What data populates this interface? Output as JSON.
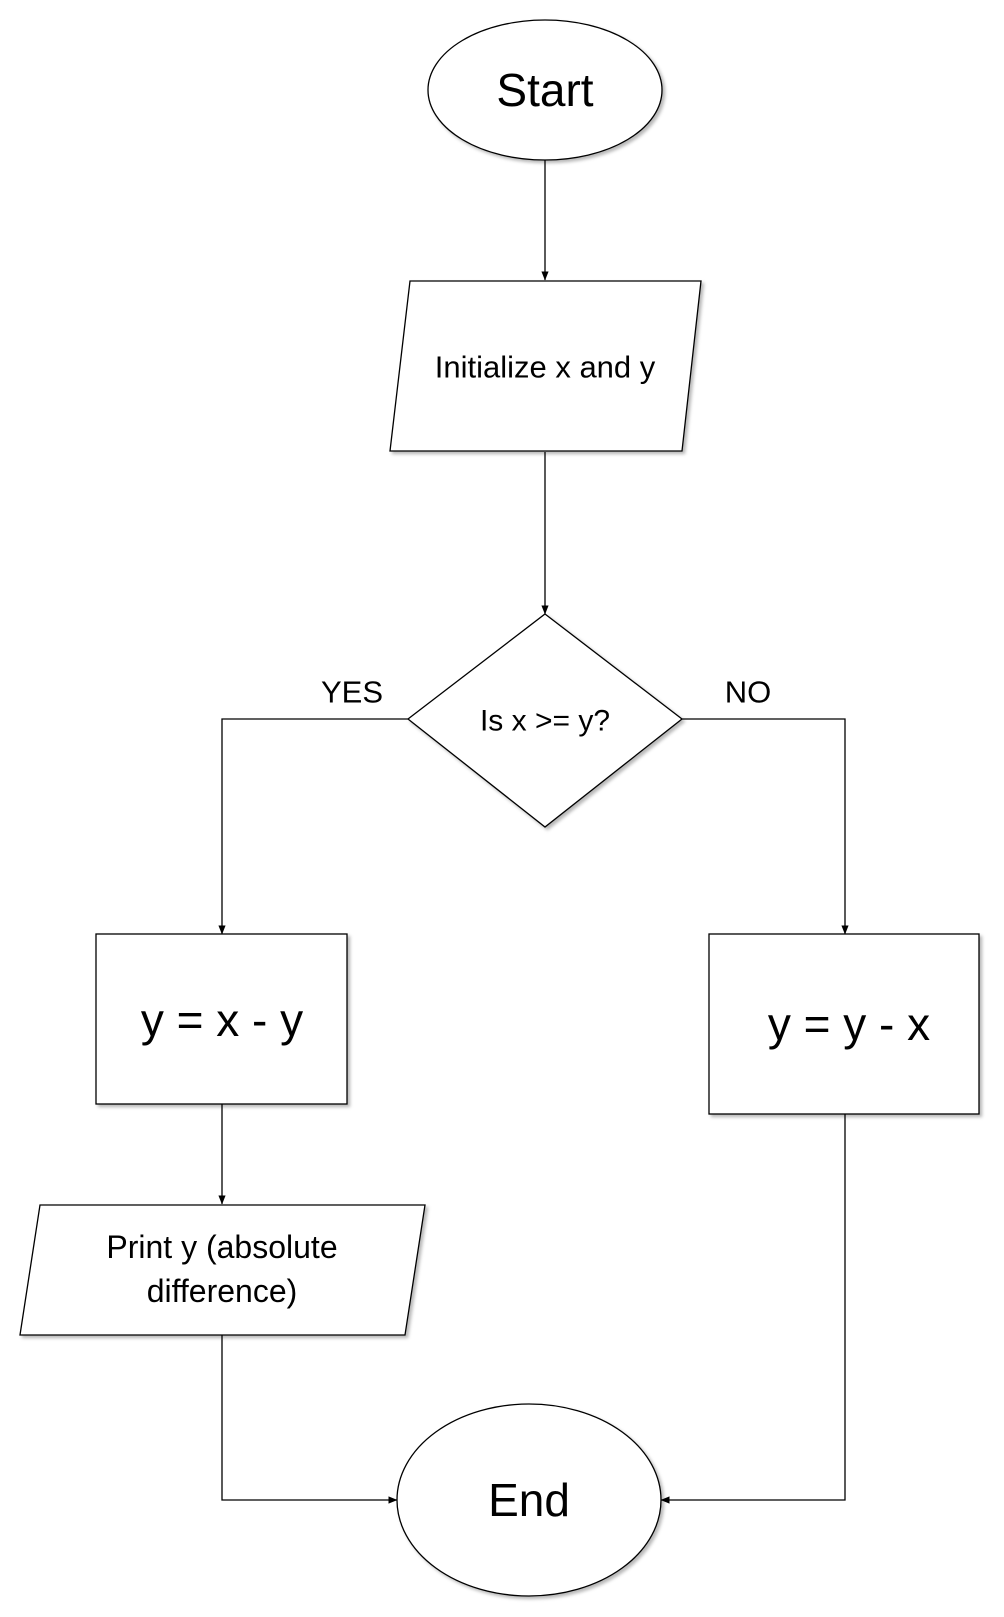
{
  "nodes": {
    "start": "Start",
    "init": "Initialize x and y",
    "decision": "Is x >= y?",
    "yes_process": "y = x - y",
    "no_process": "y = y - x",
    "print_line1": "Print y (absolute",
    "print_line2": "difference)",
    "end": "End"
  },
  "branches": {
    "yes": "YES",
    "no": "NO"
  }
}
